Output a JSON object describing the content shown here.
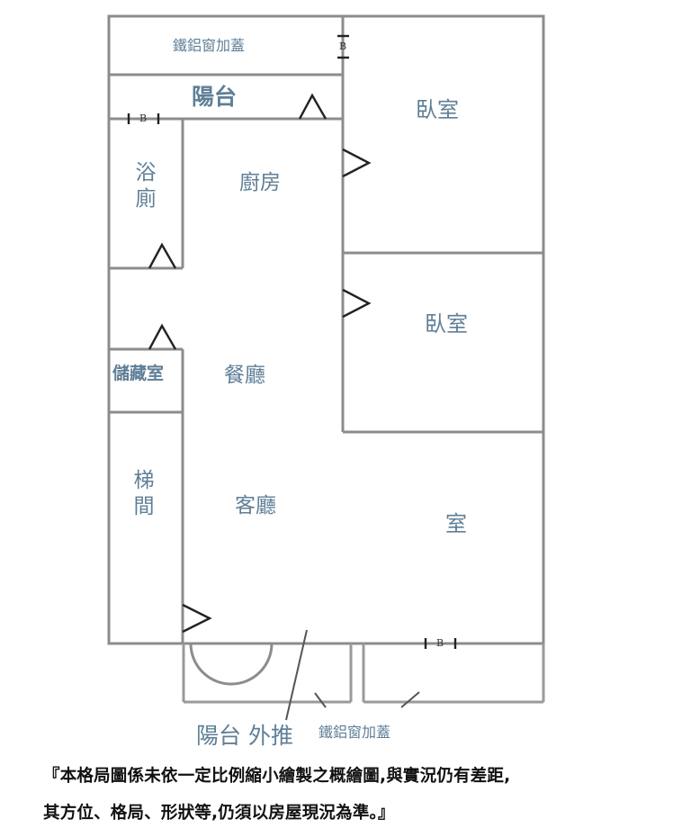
{
  "rooms": {
    "balcony_cover_top": "鐵鋁窗加蓋",
    "balcony_top": "陽台",
    "bedroom_1": "臥室",
    "bedroom_2": "臥室",
    "bathroom": "浴廁",
    "kitchen": "廚房",
    "storage": "儲藏室",
    "dining": "餐廳",
    "stairwell": "梯間",
    "living": "客廳",
    "room_3": "室",
    "balcony_bottom": "陽台 外推",
    "balcony_cover_bottom": "鐵鋁窗加蓋"
  },
  "marks": {
    "b_top": "B",
    "b_bath": "B",
    "b_bottom": "B"
  },
  "disclaimer": {
    "line1": "『本格局圖係未依一定比例縮小繪製之概繪圖,與實況仍有差距,",
    "line2": "其方位、格局、形狀等,仍須以房屋現況為準。』"
  }
}
